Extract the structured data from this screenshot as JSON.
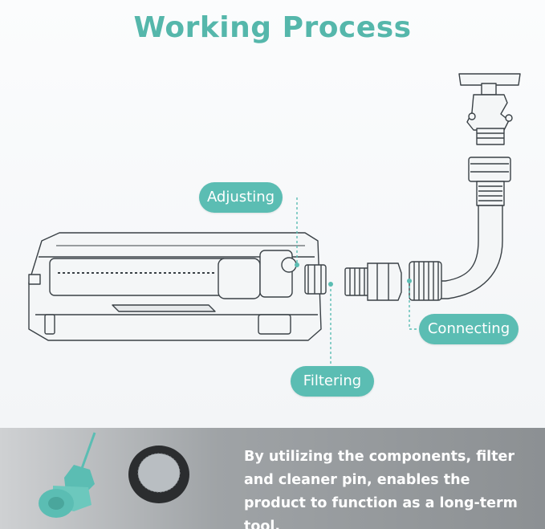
{
  "title": "Working Process",
  "labels": {
    "adjusting": "Adjusting",
    "connecting": "Connecting",
    "filtering": "Filtering"
  },
  "description": "By utilizing the components, filter and cleaner pin, enables the product to function as a long-term tool.",
  "colors": {
    "accent": "#5bbdb3",
    "title": "#55b7ab",
    "panel": "#95999c",
    "text_light": "#ffffff"
  },
  "icons": [
    "faucet-icon",
    "hose-icon",
    "sprinkler-icon",
    "connector-icon",
    "cleaner-pin-icon",
    "filter-washer-icon"
  ]
}
